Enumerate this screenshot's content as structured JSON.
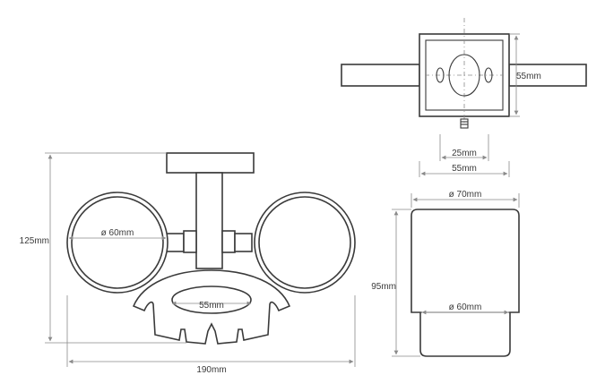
{
  "labels": {
    "top_height": "55mm",
    "top_hole_spacing": "25mm",
    "top_width": "55mm",
    "front_ring_diameter": "ø 60mm",
    "front_soap_width": "55mm",
    "front_height": "125mm",
    "front_width": "190mm",
    "cup_top_diameter": "ø 70mm",
    "cup_bottom_diameter": "ø 60mm",
    "cup_height": "95mm"
  },
  "colors": {
    "line": "#3a3a3a",
    "dimension": "#8a8a8a"
  }
}
